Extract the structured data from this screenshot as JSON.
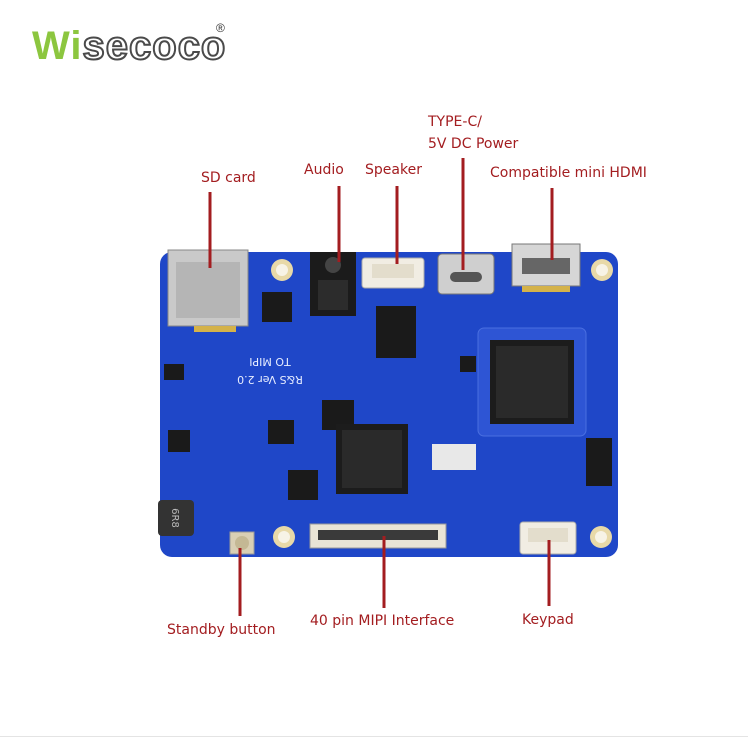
{
  "brand": {
    "name_prefix": "Wi",
    "name_rest": "secoco",
    "reg_mark": "®",
    "color": "#8cc63f"
  },
  "colors": {
    "label": "#a31d20",
    "board": "#1f47c8",
    "line": "#a31d20"
  },
  "labels": {
    "sd_card": "SD card",
    "audio": "Audio",
    "speaker": "Speaker",
    "typec_line1": "TYPE-C/",
    "typec_line2": "5V DC Power",
    "hdmi": "Compatible mini HDMI",
    "standby": "Standby button",
    "mipi": "40 pin MIPI Interface",
    "keypad": "Keypad"
  },
  "board": {
    "silk_line1": "R&S Ver 2.0",
    "silk_line2": "TO MIPI",
    "inductor_mark": "6R8"
  }
}
